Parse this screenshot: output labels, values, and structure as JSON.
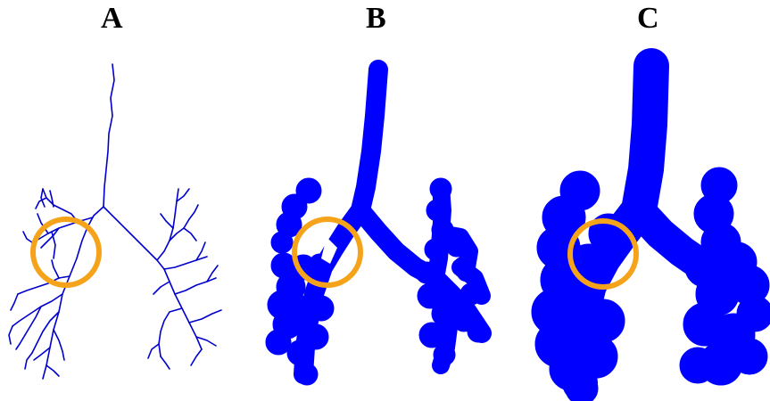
{
  "panels": [
    {
      "label": "A"
    },
    {
      "label": "B"
    },
    {
      "label": "C"
    }
  ],
  "colors": {
    "airway": "#0000ff",
    "highlight_circle": "#f5a31a",
    "background": "#ffffff",
    "label": "#000000"
  }
}
